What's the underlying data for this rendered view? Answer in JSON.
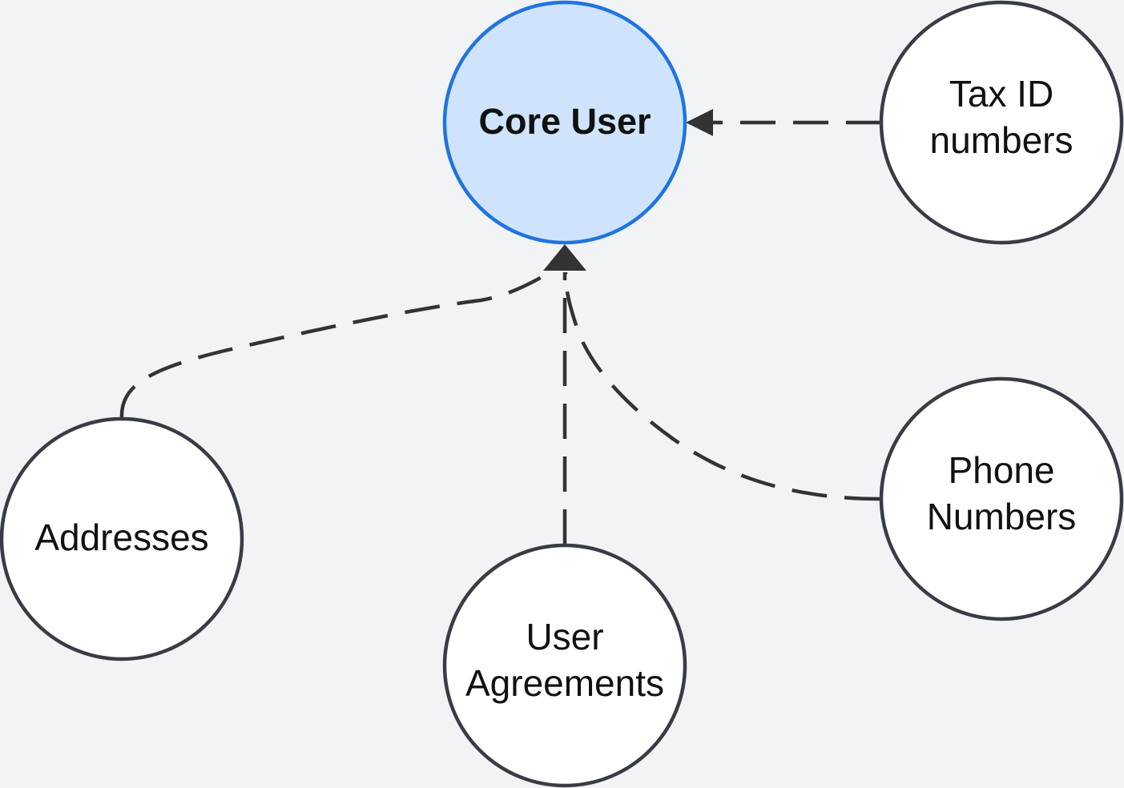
{
  "diagram": {
    "nodes": {
      "core_user": {
        "lines": [
          "Core User"
        ],
        "fill": "#cfe4fc",
        "stroke": "#1f74e0"
      },
      "tax_id": {
        "lines": [
          "Tax ID",
          "numbers"
        ]
      },
      "addresses": {
        "lines": [
          "Addresses"
        ]
      },
      "user_agreements": {
        "lines": [
          "User",
          "Agreements"
        ]
      },
      "phone_numbers": {
        "lines": [
          "Phone",
          "Numbers"
        ]
      }
    },
    "edges": [
      {
        "from": "tax_id",
        "to": "core_user",
        "style": "dashed"
      },
      {
        "from": "addresses",
        "to": "core_user",
        "style": "dashed"
      },
      {
        "from": "user_agreements",
        "to": "core_user",
        "style": "dashed"
      },
      {
        "from": "phone_numbers",
        "to": "core_user",
        "style": "dashed"
      }
    ],
    "colors": {
      "background": "#f2f3f5",
      "edge": "#333333",
      "node_stroke": "#383c45",
      "node_fill": "#ffffff"
    }
  }
}
